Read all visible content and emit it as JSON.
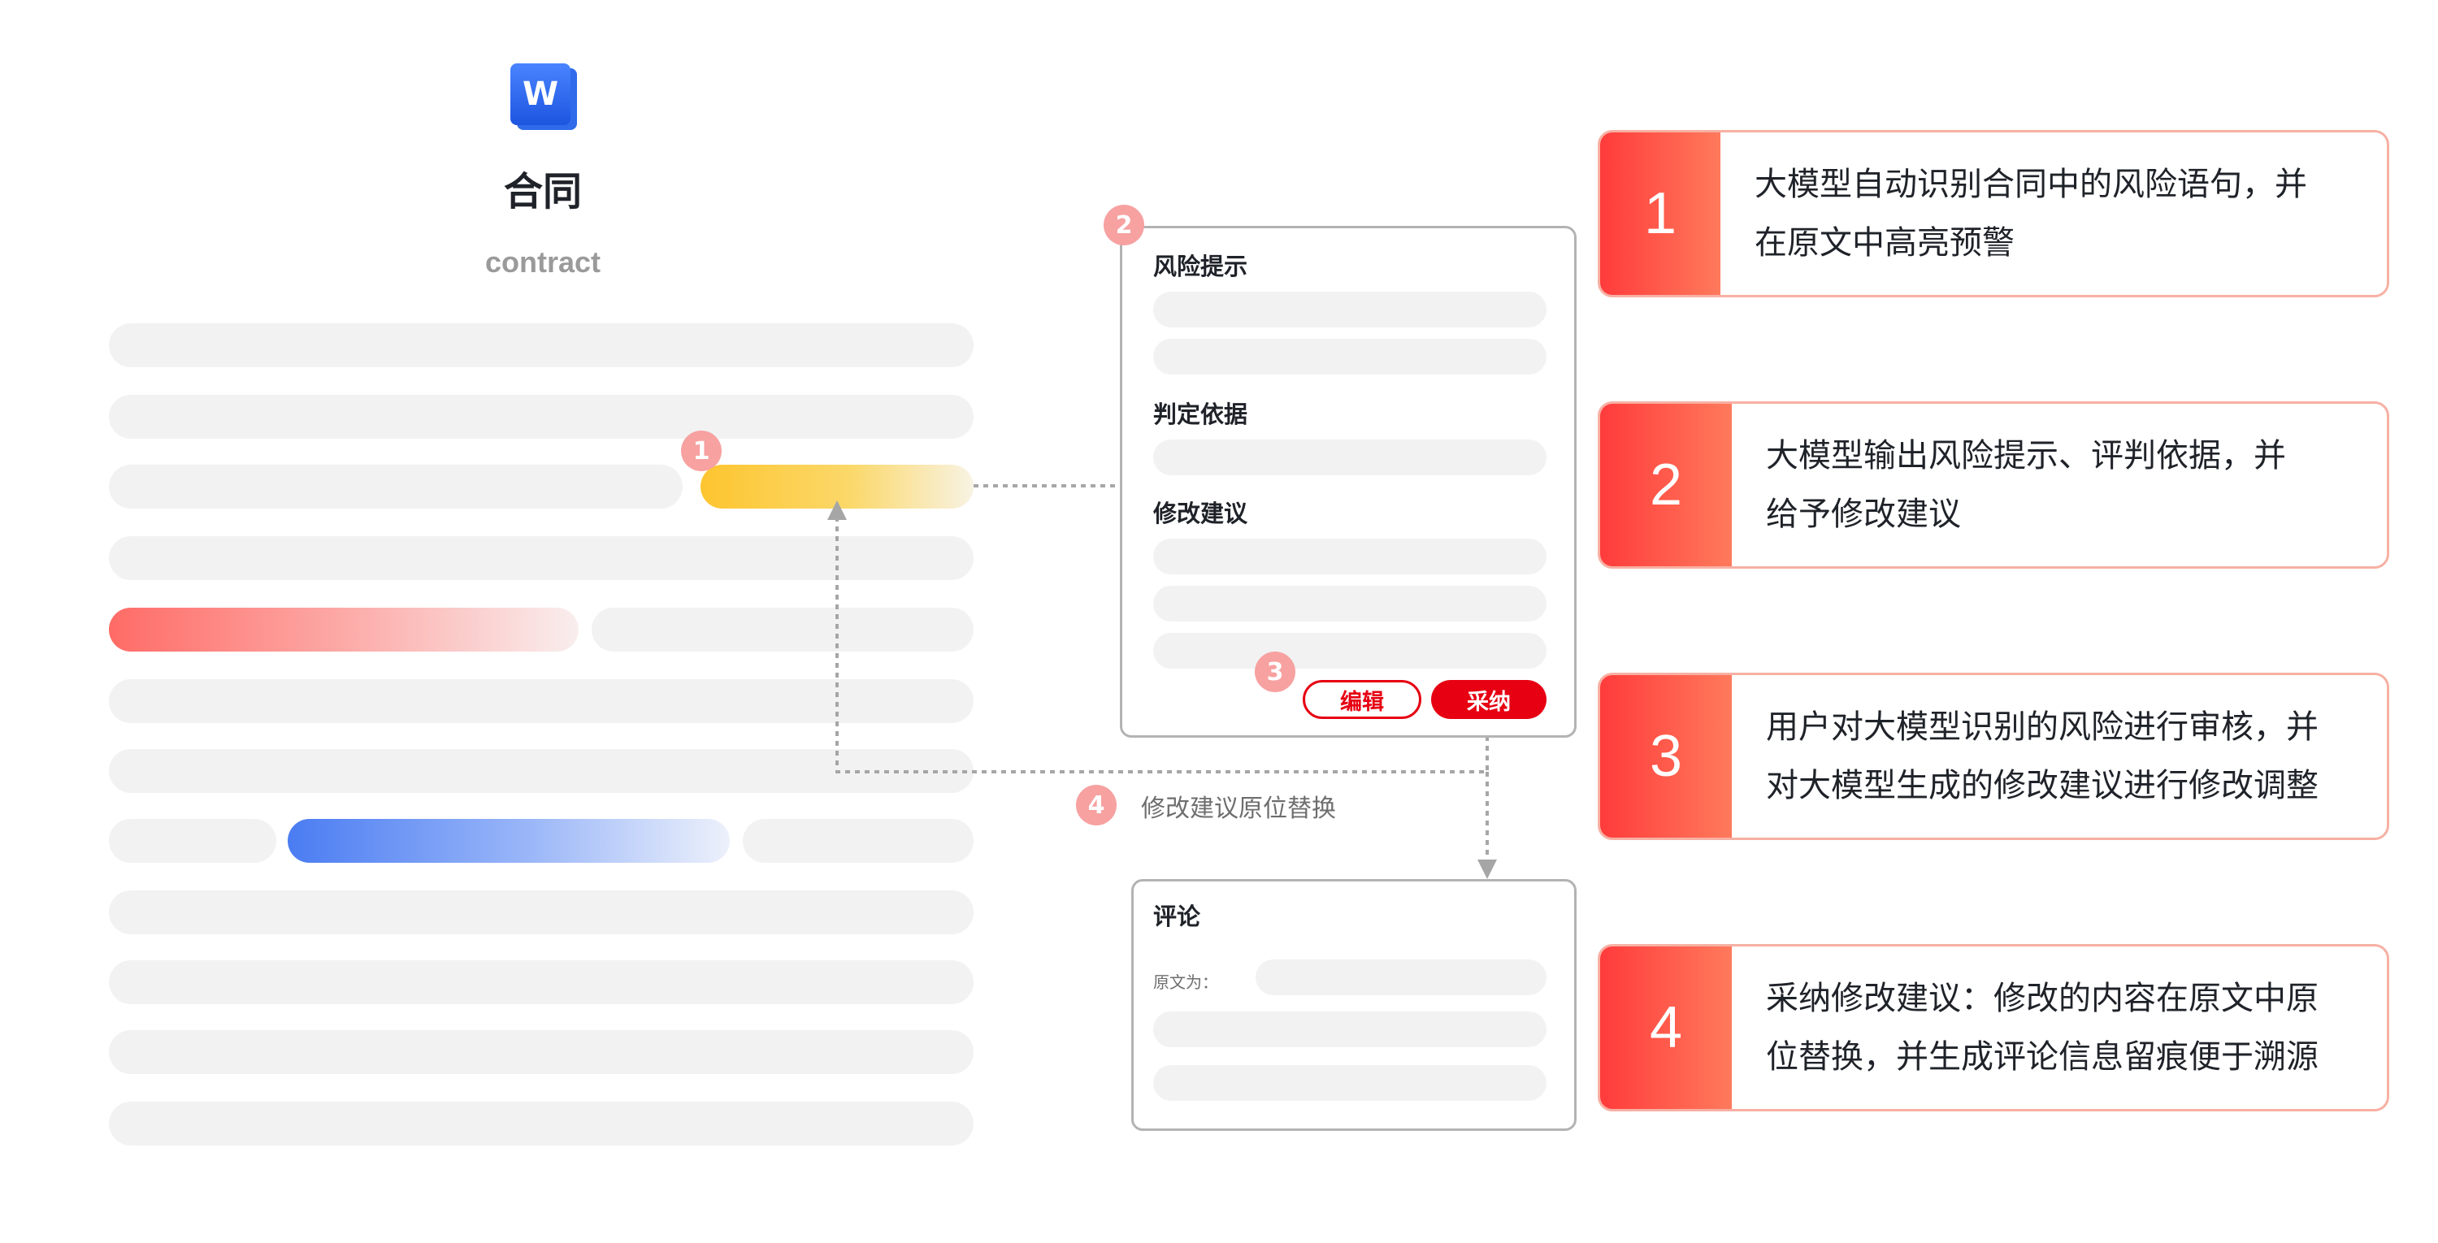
{
  "document": {
    "icon_letter": "W",
    "title": "合同",
    "subtitle": "contract"
  },
  "badges": {
    "b1": "1",
    "b2": "2",
    "b3": "3",
    "b4": "4"
  },
  "risk_panel": {
    "risk_hint_label": "风险提示",
    "basis_label": "判定依据",
    "suggestion_label": "修改建议",
    "edit_button": "编辑",
    "adopt_button": "采纳"
  },
  "step4_label": "修改建议原位替换",
  "comment_panel": {
    "title": "评论",
    "original_label": "原文为："
  },
  "cards": [
    {
      "number": "1",
      "line1": "大模型自动识别合同中的风险语句，并",
      "line2": "在原文中高亮预警"
    },
    {
      "number": "2",
      "line1": "大模型输出风险提示、评判依据，并",
      "line2": "给予修改建议"
    },
    {
      "number": "3",
      "line1": "用户对大模型识别的风险进行审核，并",
      "line2": "对大模型生成的修改建议进行修改调整"
    },
    {
      "number": "4",
      "line1": "采纳修改建议：修改的内容在原文中原",
      "line2": "位替换，并生成评论信息留痕便于溯源"
    }
  ],
  "colors": {
    "highlight_yellow": "#fdc52f",
    "highlight_red": "#ff6b66",
    "highlight_blue": "#4a7cf2",
    "accent_red": "#e60012",
    "badge_pink": "#f7a1a1",
    "word_blue": "#2f6bea"
  }
}
